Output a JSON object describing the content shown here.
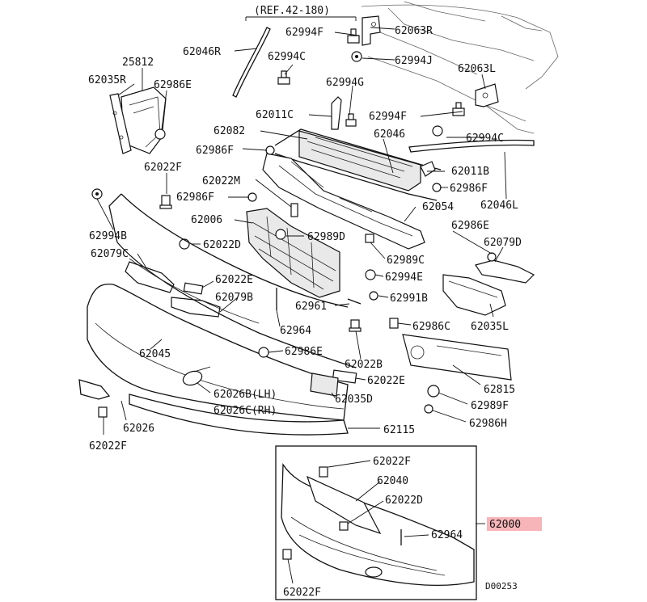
{
  "diagram": {
    "reference": "(REF.42-180)",
    "drawing_code": "D00253",
    "parts": {
      "p62063R": "62063R",
      "p62994F_a": "62994F",
      "p62046R": "62046R",
      "p62994C_a": "62994C",
      "p62994J": "62994J",
      "p25812": "25812",
      "p62035R": "62035R",
      "p62986E_a": "62986E",
      "p62994G": "62994G",
      "p62063L": "62063L",
      "p62011C": "62011C",
      "p62994F_b": "62994F",
      "p62082": "62082",
      "p62046": "62046",
      "p62994C_b": "62994C",
      "p62986F_a": "62986F",
      "p62022F_a": "62022F",
      "p62011B": "62011B",
      "p62022M": "62022M",
      "p62986F_b": "62986F",
      "p62986F_c": "62986F",
      "p62046L": "62046L",
      "p62054": "62054",
      "p62006": "62006",
      "p62986E_b": "62986E",
      "p62994B": "62994B",
      "p62989D": "62989D",
      "p62079D": "62079D",
      "p62022D": "62022D",
      "p62079C": "62079C",
      "p62989C": "62989C",
      "p62994E": "62994E",
      "p62022E_a": "62022E",
      "p62079B": "62079B",
      "p62961": "62961",
      "p62991B": "62991B",
      "p62986C": "62986C",
      "p62035L": "62035L",
      "p62964_a": "62964",
      "p62986E_c": "62986E",
      "p62045": "62045",
      "p62022B": "62022B",
      "p62022E_b": "62022E",
      "p62815": "62815",
      "p62026BLH": "62026B(LH)",
      "p62035D": "62035D",
      "p62989F": "62989F",
      "p62026CRH": "62026C(RH)",
      "p62986H": "62986H",
      "p62026": "62026",
      "p62115": "62115",
      "p62022F_b": "62022F",
      "p62022F_c": "62022F",
      "p62040": "62040",
      "p62022D_b": "62022D",
      "p62000": "62000",
      "p62964_b": "62964",
      "p62022F_d": "62022F"
    },
    "colors": {
      "highlight": "#f7b5b9",
      "line": "#111111"
    }
  }
}
